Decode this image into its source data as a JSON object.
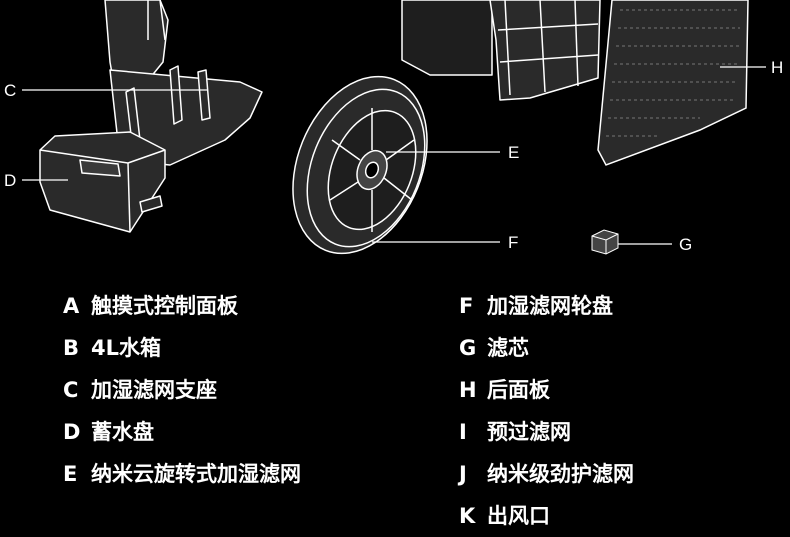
{
  "callouts": {
    "c": "C",
    "d": "D",
    "e": "E",
    "f": "F",
    "g": "G",
    "h": "H"
  },
  "legend": {
    "left": [
      {
        "key": "A",
        "text": "触摸式控制面板"
      },
      {
        "key": "B",
        "text": "4L水箱"
      },
      {
        "key": "C",
        "text": "加湿滤网支座"
      },
      {
        "key": "D",
        "text": "蓄水盘"
      },
      {
        "key": "E",
        "text": "纳米云旋转式加湿滤网"
      }
    ],
    "right": [
      {
        "key": "F",
        "text": "加湿滤网轮盘"
      },
      {
        "key": "G",
        "text": "滤芯"
      },
      {
        "key": "H",
        "text": "后面板"
      },
      {
        "key": "I",
        "text": "预过滤网"
      },
      {
        "key": "J",
        "text": "纳米级劲护滤网"
      },
      {
        "key": "K",
        "text": "出风口"
      }
    ]
  },
  "colors": {
    "background": "#000000",
    "line": "#ffffff",
    "part_fill": "#2a2a2a",
    "panel_fill": "#1e1e1e"
  }
}
